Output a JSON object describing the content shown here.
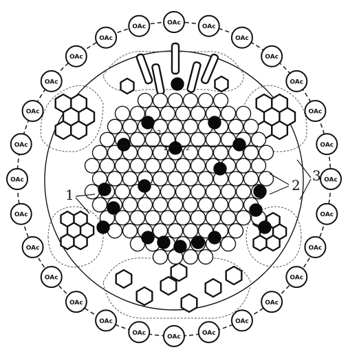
{
  "acetate_label": "OAc",
  "callouts": {
    "label_1": "1",
    "label_2": "2",
    "label_3": "3",
    "inner_mark_top": "2",
    "inner_mark_left": "2",
    "inner_mark_right": "2"
  },
  "icons": [
    "oac-acetate-ligand",
    "hexagonal-ring-ligand",
    "cluster-atom"
  ]
}
